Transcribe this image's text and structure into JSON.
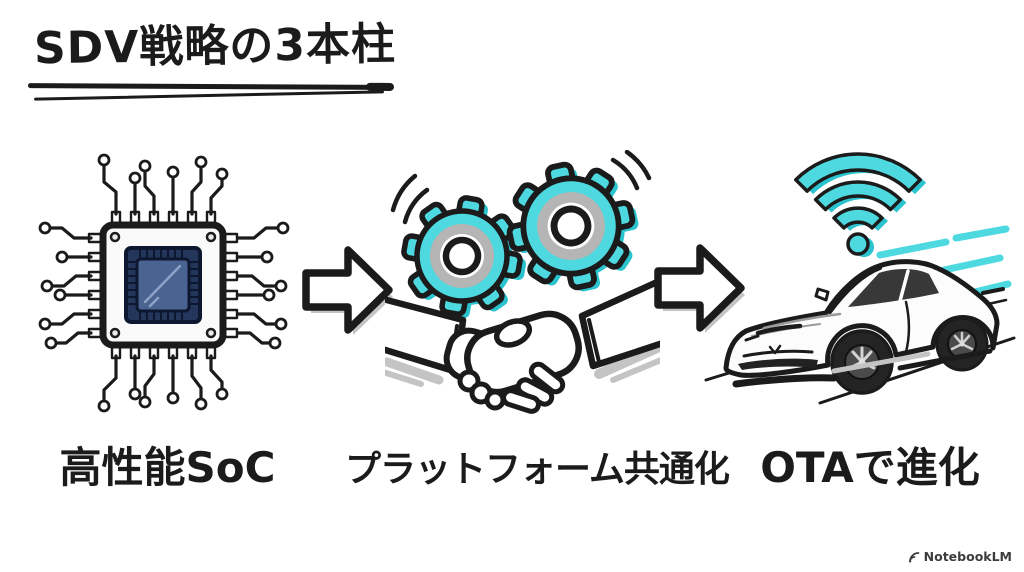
{
  "title": {
    "text": "SDV戦略の3本柱"
  },
  "pillars": [
    {
      "label": "高性能SoC",
      "icon": "soc-chip-icon"
    },
    {
      "label": "プラットフォーム共通化",
      "icon": "gears-handshake-icon"
    },
    {
      "label": "OTAで進化",
      "icon": "connected-car-wifi-icon"
    }
  ],
  "connectors": [
    {
      "icon": "block-arrow-right-icon"
    },
    {
      "icon": "block-arrow-right-icon"
    }
  ],
  "watermark": {
    "text": "NotebookLM",
    "icon": "notebooklm-logo-icon"
  },
  "colors": {
    "accent_teal": "#4DD9DF",
    "accent_teal_shadow": "#2BC3CE",
    "ink": "#1B1B1B",
    "shadow_gray": "#C4C4C4",
    "gear_ring_gray": "#B5B5B5",
    "chip_bezel_navy": "#24365C",
    "chip_die_blue": "#4A6491",
    "bg": "#FFFFFF"
  }
}
